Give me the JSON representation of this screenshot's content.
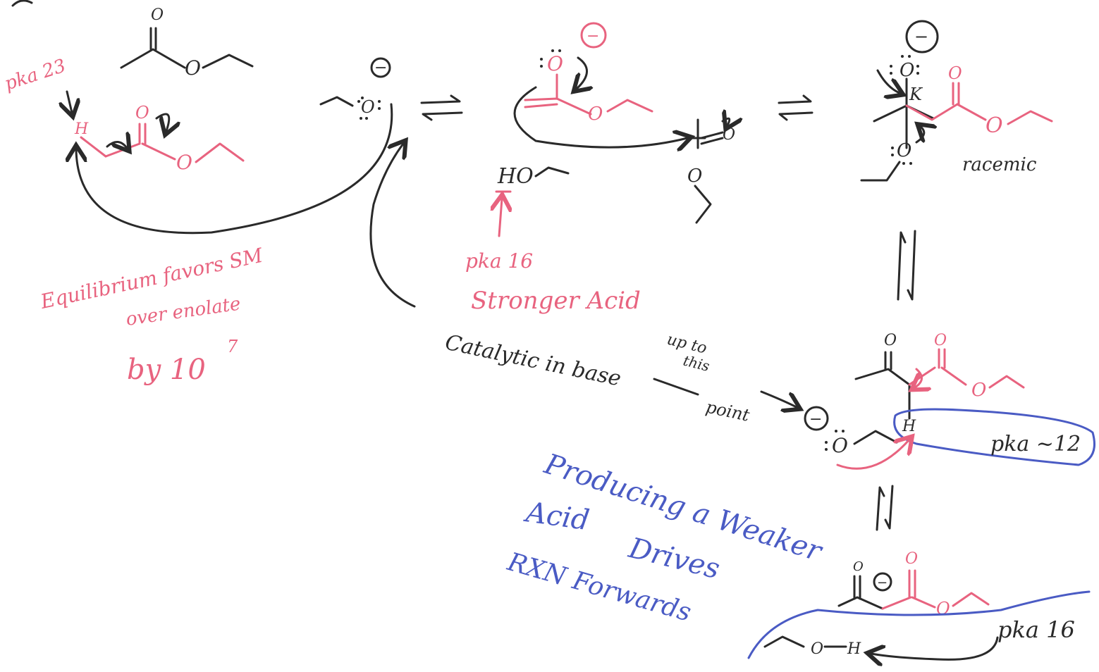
{
  "annotations": {
    "pka_23": "pka 23",
    "equilibrium_line1": "Equilibrium favors SM",
    "equilibrium_line2": "over enolate",
    "equilibrium_line3": "by 10",
    "equilibrium_exponent": "7",
    "pka_16_top": "pka 16",
    "stronger_acid": "Stronger Acid",
    "racemic": "racemic",
    "catalytic": "Catalytic in base",
    "up_to_this_point_1": "up to",
    "up_to_this_point_2": "this",
    "up_to_this_point_3": "point",
    "pka_12": "pka ~12",
    "pka_16_bottom": "pka 16",
    "producing_1": "Producing a Weaker",
    "producing_2": "Acid",
    "producing_3": "Drives",
    "producing_4": "RXN Forwards"
  },
  "atoms": {
    "O": "O",
    "H": "H",
    "HO": "HO",
    "K": "K",
    "minus": "−"
  },
  "colors": {
    "black_ink": "#2a2a2a",
    "red_ink": "#e8637f",
    "blue_ink": "#4a5bc4"
  }
}
